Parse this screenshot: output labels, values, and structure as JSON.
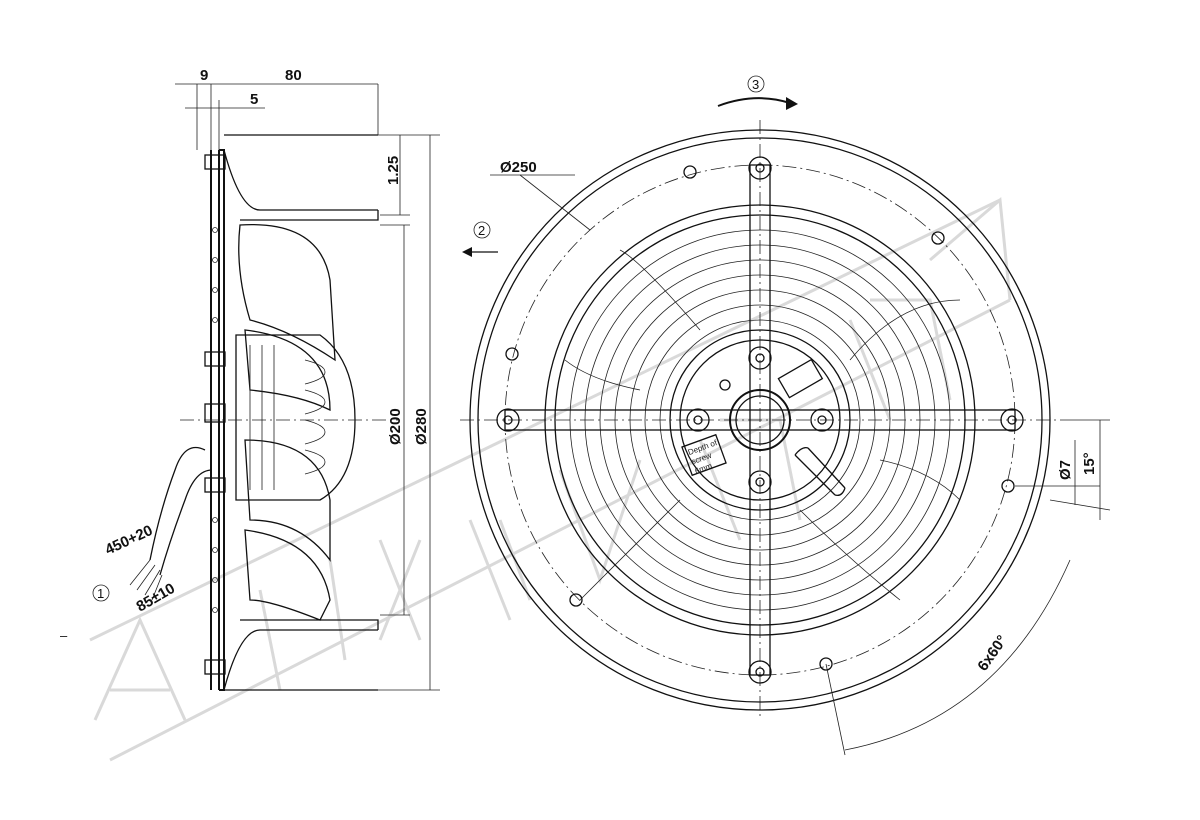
{
  "side_view": {
    "dims": {
      "flange_thickness": "9",
      "overall_depth": "80",
      "offset": "5",
      "wall": "1.25",
      "inner_diameter": "Ø200",
      "outer_diameter": "Ø280",
      "cable_length": "450+20",
      "lead_length": "85±10"
    },
    "callout_cable": "1"
  },
  "front_view": {
    "bolt_circle": "Ø250",
    "hole_diameter": "Ø7",
    "hole_angle": "15°",
    "hole_pattern": "6x60°",
    "callout_airflow": "2",
    "callout_rotation": "3",
    "motor_label_1": "Depth of",
    "motor_label_2": "screw",
    "motor_label_3": "6mm"
  },
  "watermark": "AIRFLOW"
}
